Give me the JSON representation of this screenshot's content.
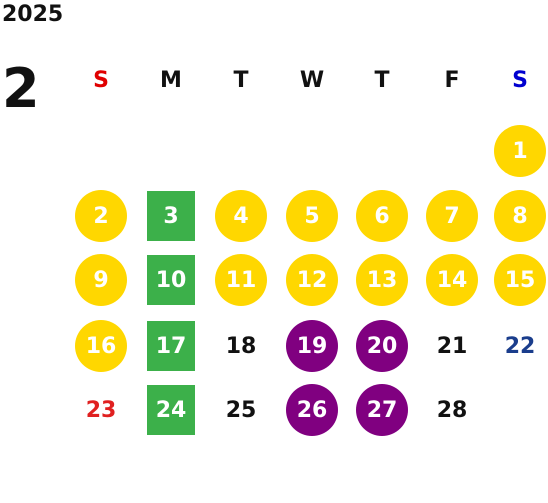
{
  "year": "2025",
  "month": "2",
  "weekdays": [
    {
      "label": "S",
      "color": "#e00000"
    },
    {
      "label": "M",
      "color": "#111111"
    },
    {
      "label": "T",
      "color": "#111111"
    },
    {
      "label": "W",
      "color": "#111111"
    },
    {
      "label": "T",
      "color": "#111111"
    },
    {
      "label": "F",
      "color": "#111111"
    },
    {
      "label": "S",
      "color": "#0000d0"
    }
  ],
  "legend_colors": {
    "yellow": "#ffd700",
    "green": "#3cb04a",
    "purple": "#800080",
    "sunday_red": "#e02020",
    "saturday_blue": "#1a3d8c"
  },
  "days": [
    {
      "d": "1",
      "week": 0,
      "dow": 6,
      "style": "yellow"
    },
    {
      "d": "2",
      "week": 1,
      "dow": 0,
      "style": "yellow"
    },
    {
      "d": "3",
      "week": 1,
      "dow": 1,
      "style": "green"
    },
    {
      "d": "4",
      "week": 1,
      "dow": 2,
      "style": "yellow"
    },
    {
      "d": "5",
      "week": 1,
      "dow": 3,
      "style": "yellow"
    },
    {
      "d": "6",
      "week": 1,
      "dow": 4,
      "style": "yellow"
    },
    {
      "d": "7",
      "week": 1,
      "dow": 5,
      "style": "yellow"
    },
    {
      "d": "8",
      "week": 1,
      "dow": 6,
      "style": "yellow"
    },
    {
      "d": "9",
      "week": 2,
      "dow": 0,
      "style": "yellow"
    },
    {
      "d": "10",
      "week": 2,
      "dow": 1,
      "style": "green"
    },
    {
      "d": "11",
      "week": 2,
      "dow": 2,
      "style": "yellow"
    },
    {
      "d": "12",
      "week": 2,
      "dow": 3,
      "style": "yellow"
    },
    {
      "d": "13",
      "week": 2,
      "dow": 4,
      "style": "yellow"
    },
    {
      "d": "14",
      "week": 2,
      "dow": 5,
      "style": "yellow"
    },
    {
      "d": "15",
      "week": 2,
      "dow": 6,
      "style": "yellow"
    },
    {
      "d": "16",
      "week": 3,
      "dow": 0,
      "style": "yellow"
    },
    {
      "d": "17",
      "week": 3,
      "dow": 1,
      "style": "green"
    },
    {
      "d": "18",
      "week": 3,
      "dow": 2,
      "style": "plain"
    },
    {
      "d": "19",
      "week": 3,
      "dow": 3,
      "style": "purple"
    },
    {
      "d": "20",
      "week": 3,
      "dow": 4,
      "style": "purple"
    },
    {
      "d": "21",
      "week": 3,
      "dow": 5,
      "style": "plain"
    },
    {
      "d": "22",
      "week": 3,
      "dow": 6,
      "style": "blue"
    },
    {
      "d": "23",
      "week": 4,
      "dow": 0,
      "style": "red"
    },
    {
      "d": "24",
      "week": 4,
      "dow": 1,
      "style": "green"
    },
    {
      "d": "25",
      "week": 4,
      "dow": 2,
      "style": "plain"
    },
    {
      "d": "26",
      "week": 4,
      "dow": 3,
      "style": "purple"
    },
    {
      "d": "27",
      "week": 4,
      "dow": 4,
      "style": "purple"
    },
    {
      "d": "28",
      "week": 4,
      "dow": 5,
      "style": "plain"
    }
  ]
}
